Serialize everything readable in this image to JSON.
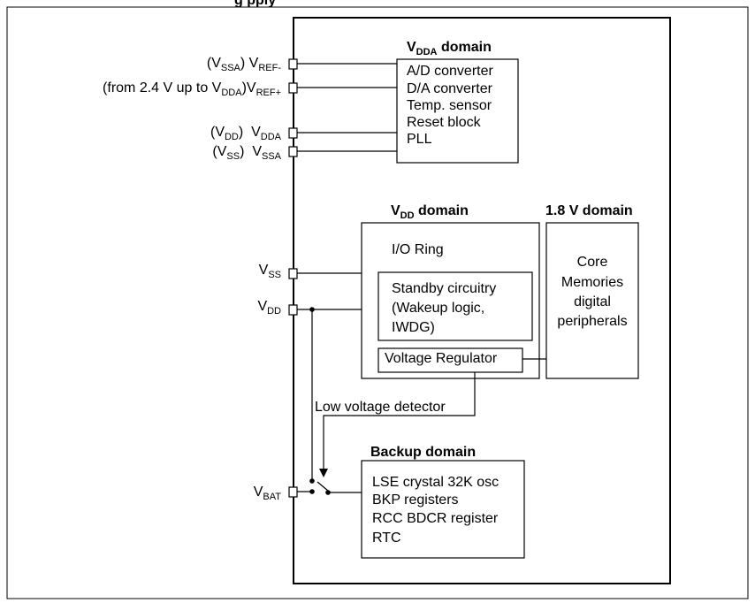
{
  "title_fragment": "g                  pply",
  "vdda_domain": {
    "title_main": "V",
    "title_sub": "DDA",
    "title_tail": " domain",
    "items": [
      "A/D converter",
      "D/A converter",
      "Temp. sensor",
      "Reset block",
      "PLL"
    ]
  },
  "vdd_domain": {
    "title_main": "V",
    "title_sub": "DD",
    "title_tail": " domain",
    "io_ring": "I/O Ring",
    "standby": [
      "Standby circuitry",
      "(Wakeup logic,",
      "IWDG)"
    ],
    "regulator": "Voltage Regulator"
  },
  "v18_domain": {
    "title": "1.8 V domain",
    "items": [
      "Core",
      "Memories",
      "digital",
      "peripherals"
    ]
  },
  "backup_domain": {
    "title": "Backup domain",
    "items": [
      "LSE crystal 32K osc",
      "BKP registers",
      "RCC BDCR register",
      "RTC"
    ]
  },
  "low_voltage_detector": "Low voltage detector",
  "pins": {
    "vref_minus": {
      "prefix_open": "(V",
      "prefix_sub": "SSA",
      "prefix_close": ")",
      "main": "V",
      "sub": "REF-"
    },
    "vref_plus": {
      "prefix_pre": "(from 2.4 V up to V",
      "prefix_sub": "DDA",
      "prefix_close": ")",
      "main": "V",
      "sub": "REF+"
    },
    "vdda": {
      "prefix_open": "(V",
      "prefix_sub": "DD",
      "prefix_close": ")",
      "main": "V",
      "sub": "DDA"
    },
    "vssa": {
      "prefix_open": "(V",
      "prefix_sub": "SS",
      "prefix_close": ")",
      "main": "V",
      "sub": "SSA"
    },
    "vss": {
      "main": "V",
      "sub": "SS"
    },
    "vdd": {
      "main": "V",
      "sub": "DD"
    },
    "vbat": {
      "main": "V",
      "sub": "BAT"
    }
  }
}
